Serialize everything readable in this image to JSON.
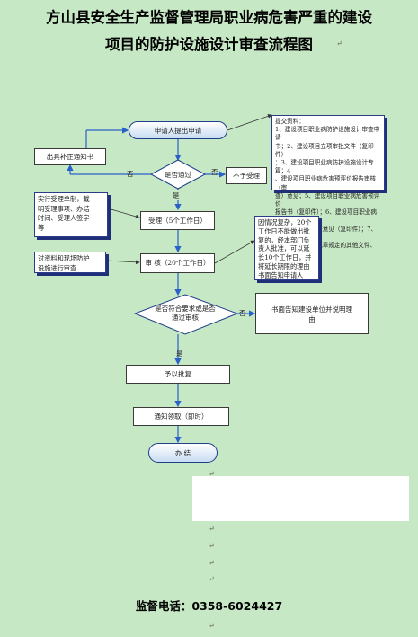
{
  "title": {
    "line1": "方山县安全生产监督管理局职业病危害严重的建设",
    "line2": "项目的防护设施设计审查流程图"
  },
  "flow": {
    "start": "申请人提出申请",
    "decision1": "是否通过",
    "not_accept": "不予受理",
    "correction": "出具补正通知书",
    "accept": "受理（5个工作日）",
    "review": "审 核（20个工作日）",
    "decision2_l1": "是否符合要求或是否",
    "decision2_l2": "通过审核",
    "written_notice_l1": "书面告知建设单位并说明理",
    "written_notice_l2": "由",
    "approve": "予以批复",
    "notify": "通知领取（即时）",
    "end": "办 结"
  },
  "edge_labels": {
    "no_left": "否",
    "no_right": "否",
    "yes1": "是",
    "no2": "否",
    "yes2": "是"
  },
  "notes": {
    "materials": [
      "提交资料：",
      "1、建设项目职业病防护设施设计审查申请",
      "书；2、建设项目立项审批文件（复印件）",
      "；3、建设项目职业病防护设施设计专篇；4",
      "、建设项目职业病危害预评价报告审核（审",
      "查）意见；5、建设项目职业病危害预评价",
      "报告书（复印件）；6、建设项目职业病危",
      "害预评价报告审查意见（复印件）；7、法",
      "律、行政法规、规章规定的其他文件、资料。"
    ],
    "accept_doc": [
      "实行受理单制，载",
      "明受理事项、办结",
      "时间、受理人签字",
      "等"
    ],
    "review_doc": [
      "对资料和现场防护",
      "设施进行审查"
    ],
    "extension": [
      "因情况复杂，20个",
      "工作日不能做出批",
      "复的，经本部门负",
      "责人批准，可以延",
      "长10个工作日，并",
      "将延长期限的理由",
      "书面告知申请人"
    ]
  },
  "footer": {
    "phone": "监督电话：0358-6024427"
  },
  "colors": {
    "background": "#c7e8c5",
    "arrow": "#2a62c9",
    "pill_border": "#1f3f8a"
  }
}
